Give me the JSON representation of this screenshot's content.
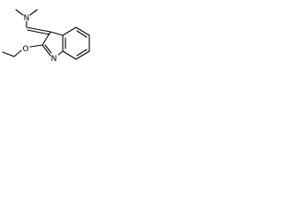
{
  "atoms": {
    "amine_nitrogen": "N",
    "ring_nitrogen": "N",
    "ether_oxygen": "O"
  },
  "colors": {
    "background": "#ffffff",
    "bond": "#000000",
    "label": "#000000"
  }
}
